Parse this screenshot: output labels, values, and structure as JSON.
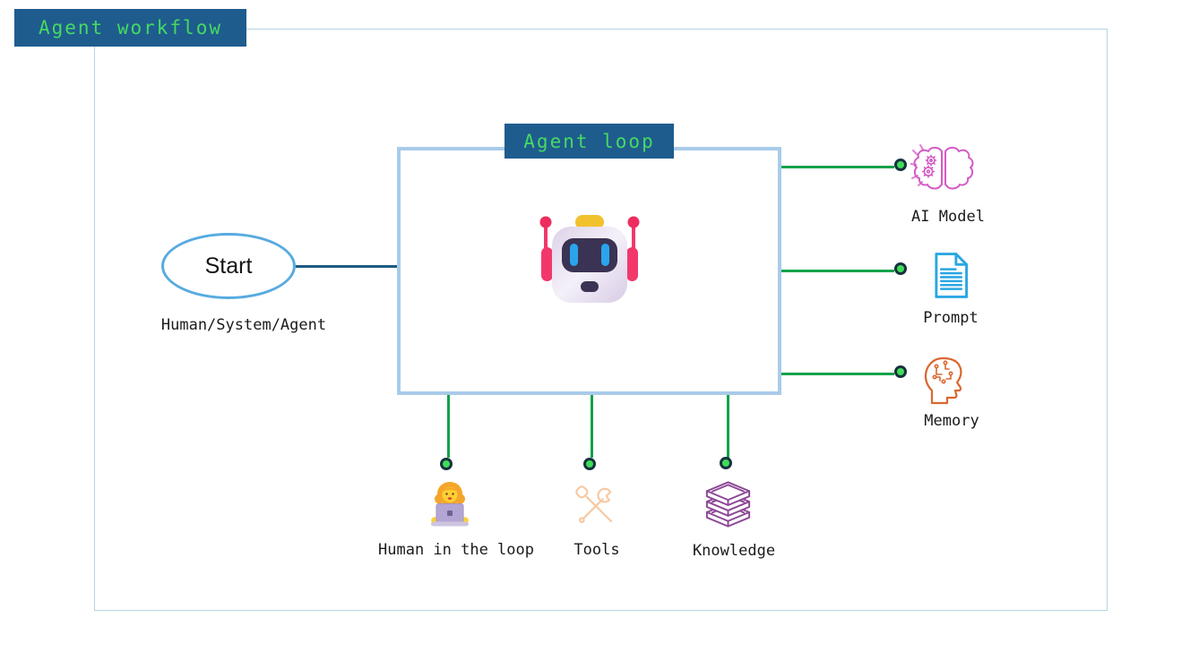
{
  "app": {
    "title": "Agent workflow"
  },
  "loop": {
    "label": "Agent loop",
    "icon": "robot-icon"
  },
  "start": {
    "label": "Start",
    "sublabel": "Human/System/Agent"
  },
  "nodes": {
    "right": [
      {
        "label": "AI Model",
        "icon": "brain-gears-icon",
        "color": "#d45ac5"
      },
      {
        "label": "Prompt",
        "icon": "document-icon",
        "color": "#2ba7e2"
      },
      {
        "label": "Memory",
        "icon": "head-circuit-icon",
        "color": "#d9682f"
      }
    ],
    "bottom": [
      {
        "label": "Human in the loop",
        "icon": "person-laptop-icon",
        "color": "#f4a62a"
      },
      {
        "label": "Tools",
        "icon": "tools-icon",
        "color": "#f7c8a0"
      },
      {
        "label": "Knowledge",
        "icon": "books-icon",
        "color": "#8d4896"
      }
    ]
  },
  "colors": {
    "title_bg": "#1f5c8e",
    "title_text": "#45da61",
    "frame_border": "#b7d2e2",
    "loop_border": "#a9cbe9",
    "start_border": "#57abe0",
    "connector_teal": "#1b5a82",
    "connector_green": "#13a24a",
    "endpoint_fill": "#40dc58",
    "endpoint_border": "#16323e"
  }
}
